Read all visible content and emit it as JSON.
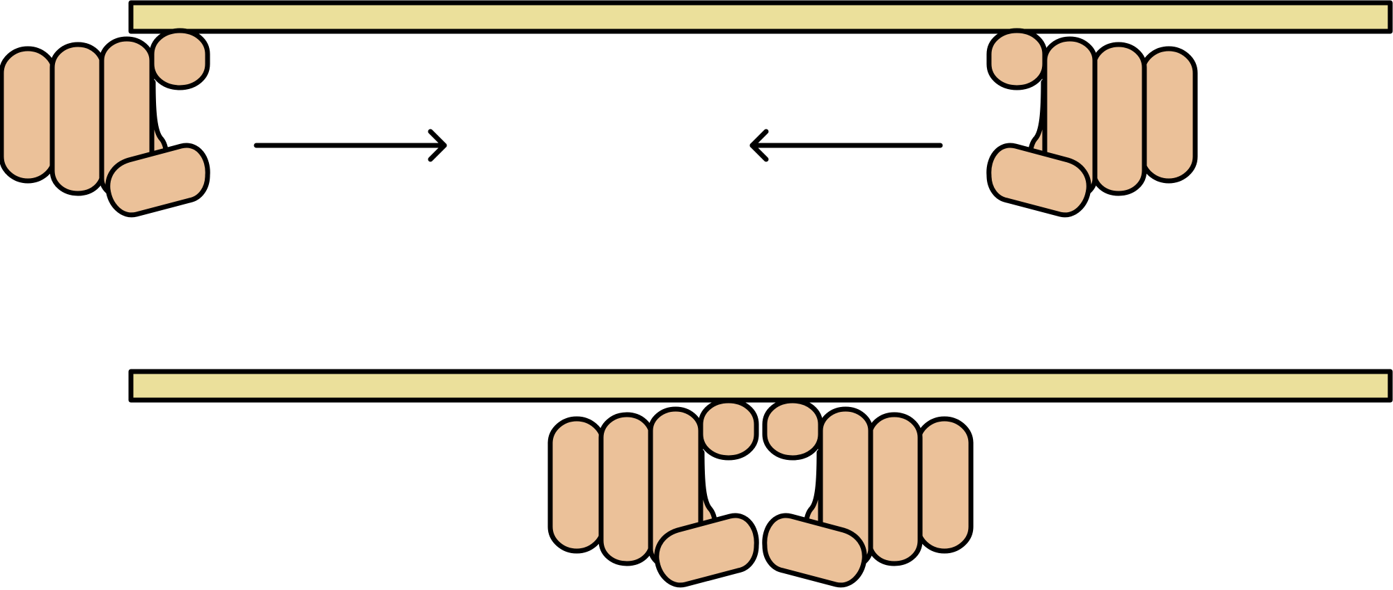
{
  "diagram": {
    "type": "grip-illustration",
    "panels": [
      {
        "bar": true,
        "hands": [
          "left-hand-gripping",
          "right-hand-gripping"
        ],
        "arrows": [
          "arrow-pointing-right",
          "arrow-pointing-left"
        ]
      },
      {
        "bar": true,
        "hands": [
          "left-hand-gripping",
          "right-hand-gripping"
        ],
        "arrows": []
      }
    ]
  },
  "colors": {
    "skin": "#ebc199",
    "bar": "#ebe09b",
    "outline": "#000000",
    "background": "#ffffff"
  }
}
